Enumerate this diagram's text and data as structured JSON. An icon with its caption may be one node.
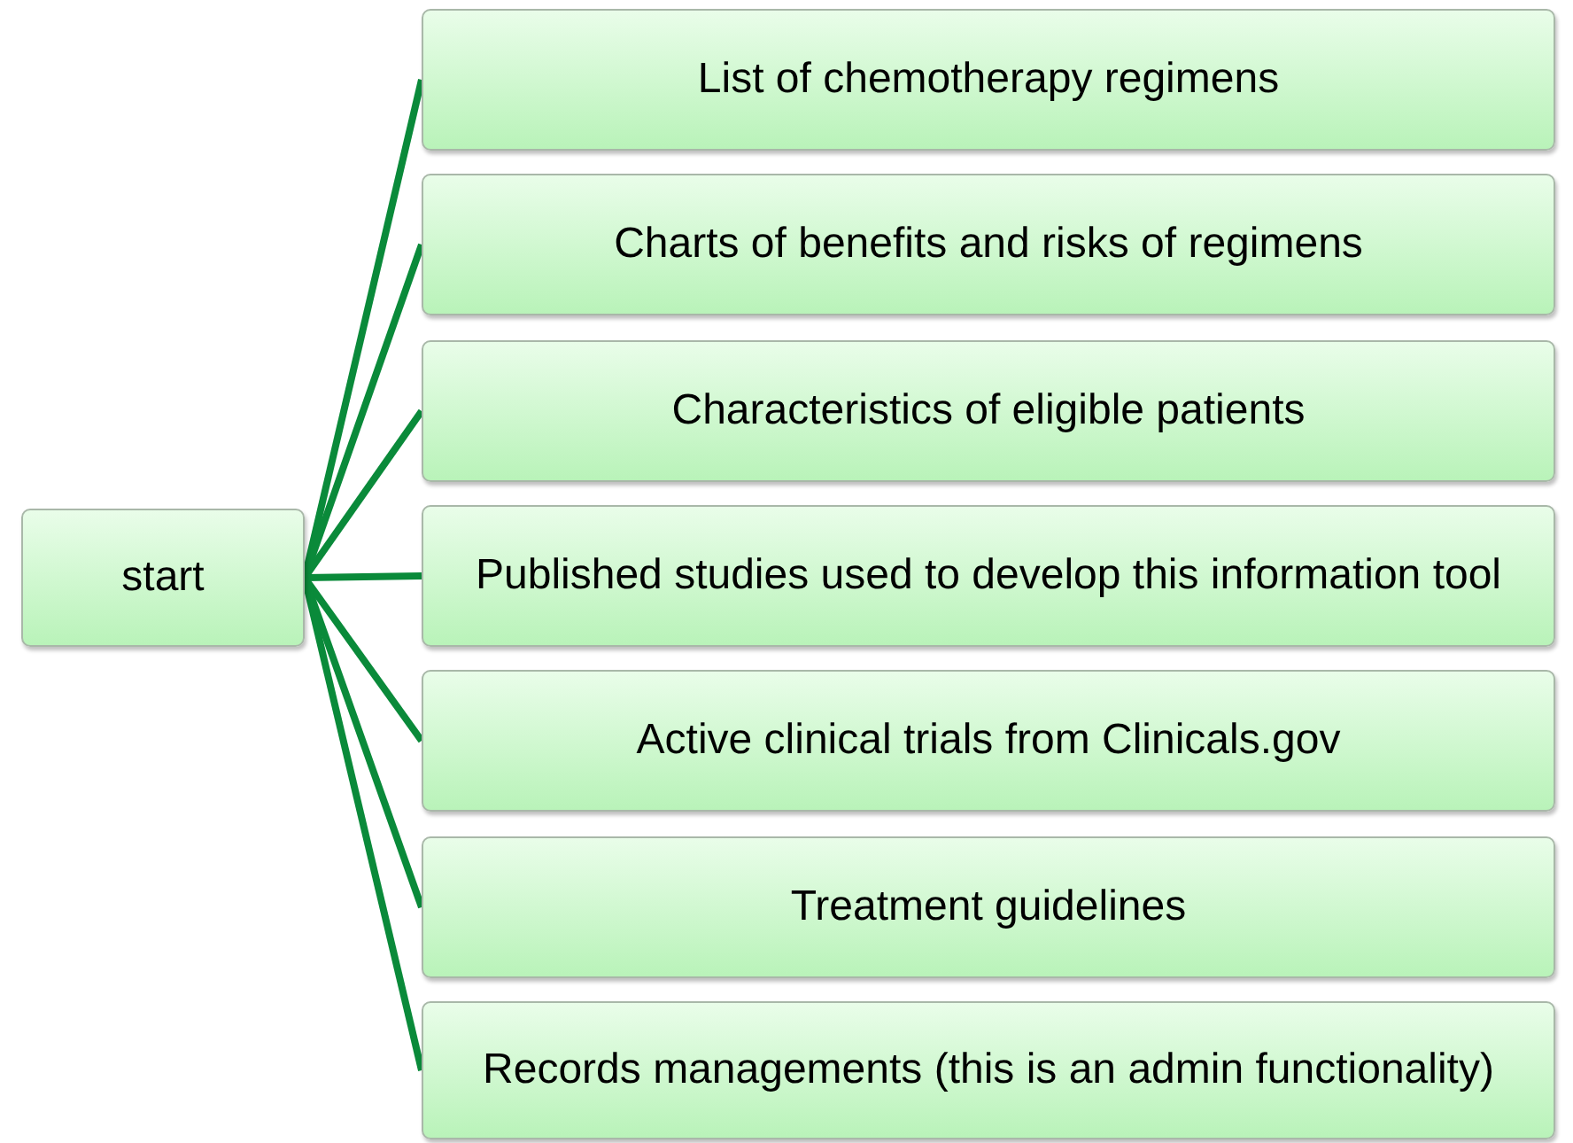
{
  "diagram": {
    "nodes": [
      {
        "text": [
          "start"
        ]
      },
      {
        "text": [
          "List of chemotherapy regimens"
        ]
      },
      {
        "text": [
          "Charts of benefits and risks of regimens"
        ]
      },
      {
        "text": [
          "Characteristics of eligible patients"
        ]
      },
      {
        "text": [
          "Published studies used to develop this information tool"
        ]
      },
      {
        "text": [
          "Active clinical trials from Clinicals.gov"
        ]
      },
      {
        "text": [
          "Treatment guidelines"
        ]
      },
      {
        "text": [
          "Records managements (this is an admin functionality)"
        ]
      }
    ],
    "edges": [
      {
        "from": 0,
        "to": 1,
        "arrow": "none"
      },
      {
        "from": 0,
        "to": 2,
        "arrow": "none"
      },
      {
        "from": 0,
        "to": 3,
        "arrow": "none"
      },
      {
        "from": 0,
        "to": 4,
        "arrow": "none"
      },
      {
        "from": 0,
        "to": 5,
        "arrow": "none"
      },
      {
        "from": 0,
        "to": 6,
        "arrow": "none"
      },
      {
        "from": 0,
        "to": 7,
        "arrow": "none"
      }
    ]
  }
}
